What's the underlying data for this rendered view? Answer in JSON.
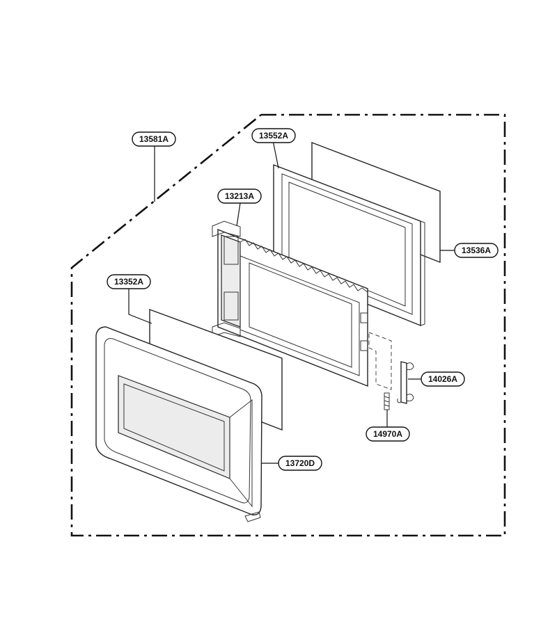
{
  "callouts": {
    "frame_assembly": "13581A",
    "choke_cover": "13552A",
    "door_frame": "13213A",
    "screen_sheet": "13536A",
    "inner_glass": "13352A",
    "latch_key": "14026A",
    "latch_spring": "14970A",
    "door_panel": "13720D"
  },
  "colors": {
    "line": "#222222",
    "background": "#ffffff"
  }
}
